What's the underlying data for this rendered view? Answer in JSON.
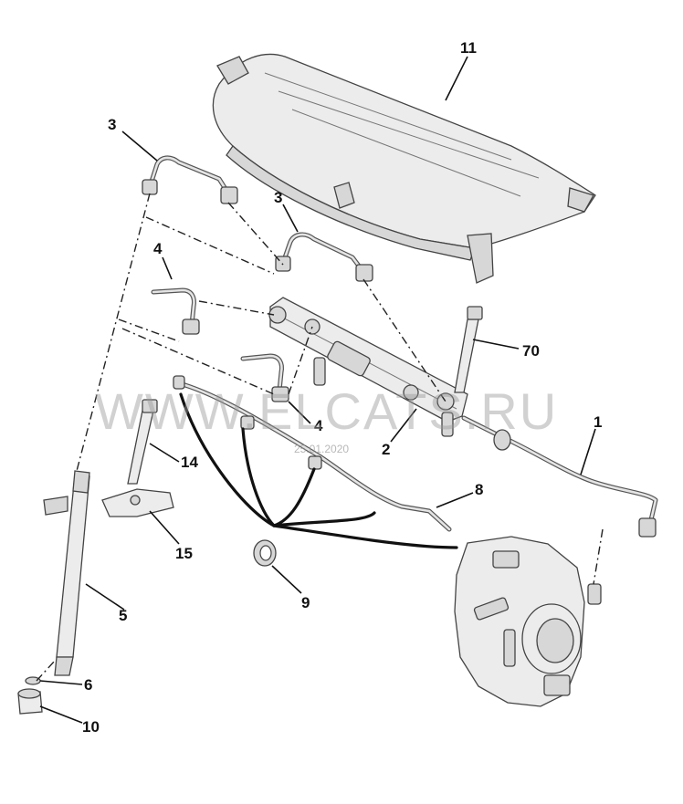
{
  "callouts": {
    "c1": "1",
    "c2": "2",
    "c3a": "3",
    "c3b": "3",
    "c4a": "4",
    "c4b": "4",
    "c5": "5",
    "c6": "6",
    "c8": "8",
    "c9": "9",
    "c10": "10",
    "c11": "11",
    "c14": "14",
    "c15": "15",
    "c70": "70"
  },
  "watermark": {
    "text": "WWW.ELCATS.RU",
    "date": "25.01.2020"
  }
}
